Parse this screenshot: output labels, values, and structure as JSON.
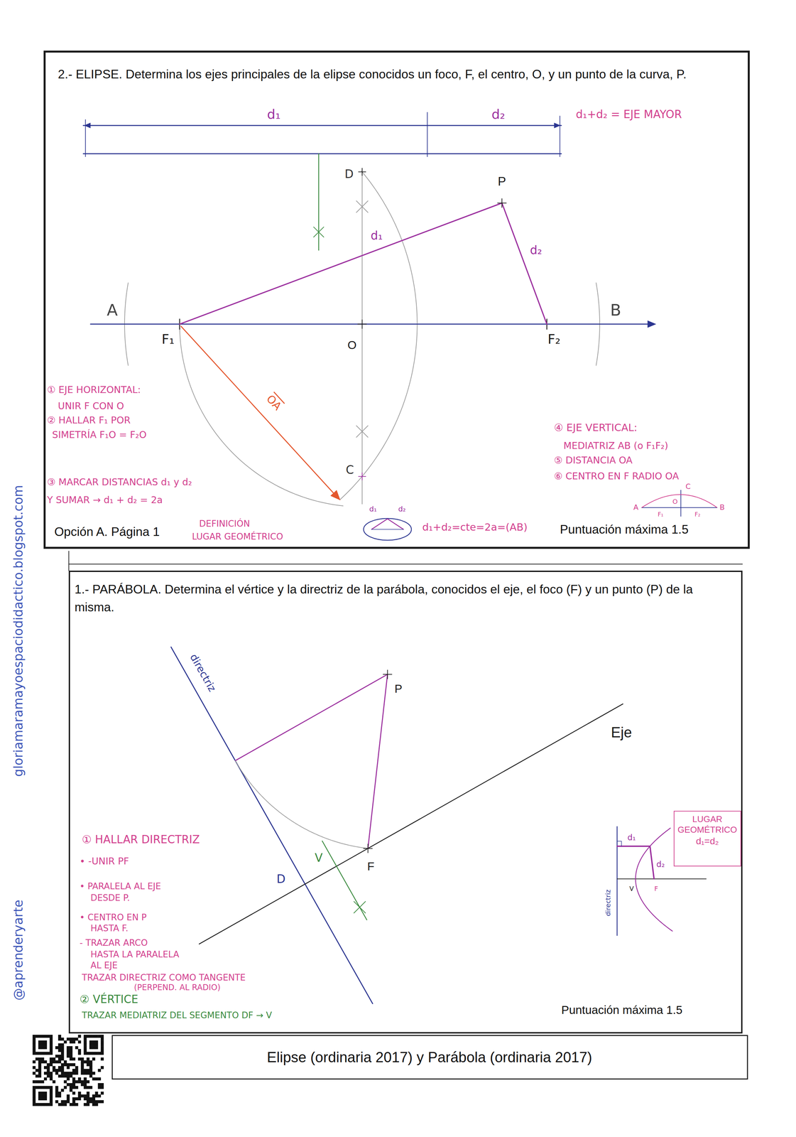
{
  "diagram": {
    "nodes": [
      {
        "text": [
          "2.- ELIPSE. Determina los ejes principales de la elipse conocidos un foco, F, el centro, O, y un punto de la curva, P.",
          "Opción A. Página 1",
          "Puntuación máxima 1.5"
        ]
      },
      {
        "text": [
          "1.- PARÁBOLA. Determina el vértice y la directriz de la parábola, conocidos el eje, el foco (F) y un punto (P) de la misma.",
          "Puntuación máxima 1.5"
        ]
      },
      {
        "text": [
          "LUGAR GEOMÉTRICO",
          "d₁=d₂"
        ],
        "in": 1
      }
    ],
    "caption": "Elipse (ordinaria 2017) y Parábola (ordinaria 2017)",
    "labels": [
      "d₁",
      "d₂",
      "d₁+d₂ = EJE MAYOR",
      "D",
      "d₁",
      "P",
      "d₂",
      "A",
      "B",
      "F₁",
      "O",
      "F₂",
      "OA",
      "C",
      "① EJE HORIZONTAL:",
      "UNIR F CON O",
      "② HALLAR F₁ POR",
      "SIMETRÍA F₁O = F₂O",
      "③ MARCAR DISTANCIAS d₁ y d₂",
      "Y SUMAR → d₁ + d₂ = 2a",
      "DEFINICIÓN",
      "LUGAR GEOMÉTRICO",
      "d₁",
      "d₂",
      "d₁+d₂=cte=2a=(AB)",
      "④ EJE VERTICAL:",
      "MEDIATRIZ AB (o F₁F₂)",
      "⑤ DISTANCIA OA",
      "⑥ CENTRO EN F RADIO OA",
      "A",
      "C",
      "O",
      "B",
      "F₁",
      "F₂",
      "directriz",
      "P",
      "Eje",
      "D",
      "V",
      "F",
      "① HALLAR DIRECTRIZ",
      "• -UNIR PF",
      "• PARALELA AL EJE",
      "DESDE P.",
      "• CENTRO EN P",
      "HASTA F.",
      "- TRAZAR ARCO",
      "HASTA LA PARALELA",
      "AL EJE",
      "TRAZAR DIRECTRIZ COMO TANGENTE",
      "(PERPEND. AL RADIO)",
      "② VÉRTICE",
      "TRAZAR MEDIATRIZ DEL SEGMENTO DF → V",
      "d₁",
      "d₂",
      "V",
      "F",
      "directriz",
      "@aprenderyarte",
      "gloriamaramayoespaciodidactico.blogspot.com"
    ]
  }
}
